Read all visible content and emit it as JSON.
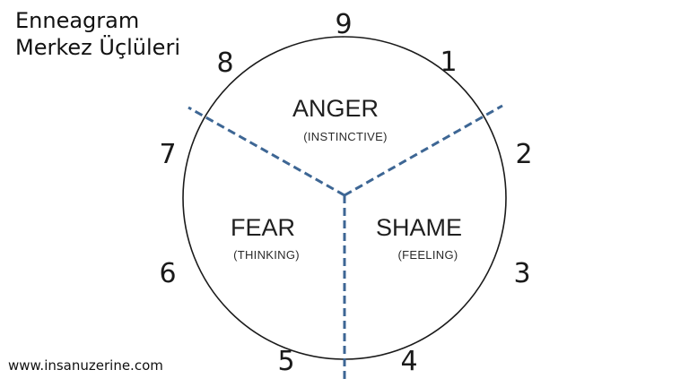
{
  "title": {
    "line1": "Enneagram",
    "line2": "Merkez Üçlüleri"
  },
  "website": "www.insanuzerine.com",
  "points": [
    "9",
    "1",
    "2",
    "3",
    "4",
    "5",
    "6",
    "7",
    "8"
  ],
  "centers": {
    "anger": {
      "name": "ANGER",
      "type": "(INSTINCTIVE)"
    },
    "fear": {
      "name": "FEAR",
      "type": "(THINKING)"
    },
    "shame": {
      "name": "SHAME",
      "type": "(FEELING)"
    }
  },
  "colors": {
    "divider": "#3d6694",
    "circle": "#1a1a1a",
    "text": "#1a1a1a"
  }
}
